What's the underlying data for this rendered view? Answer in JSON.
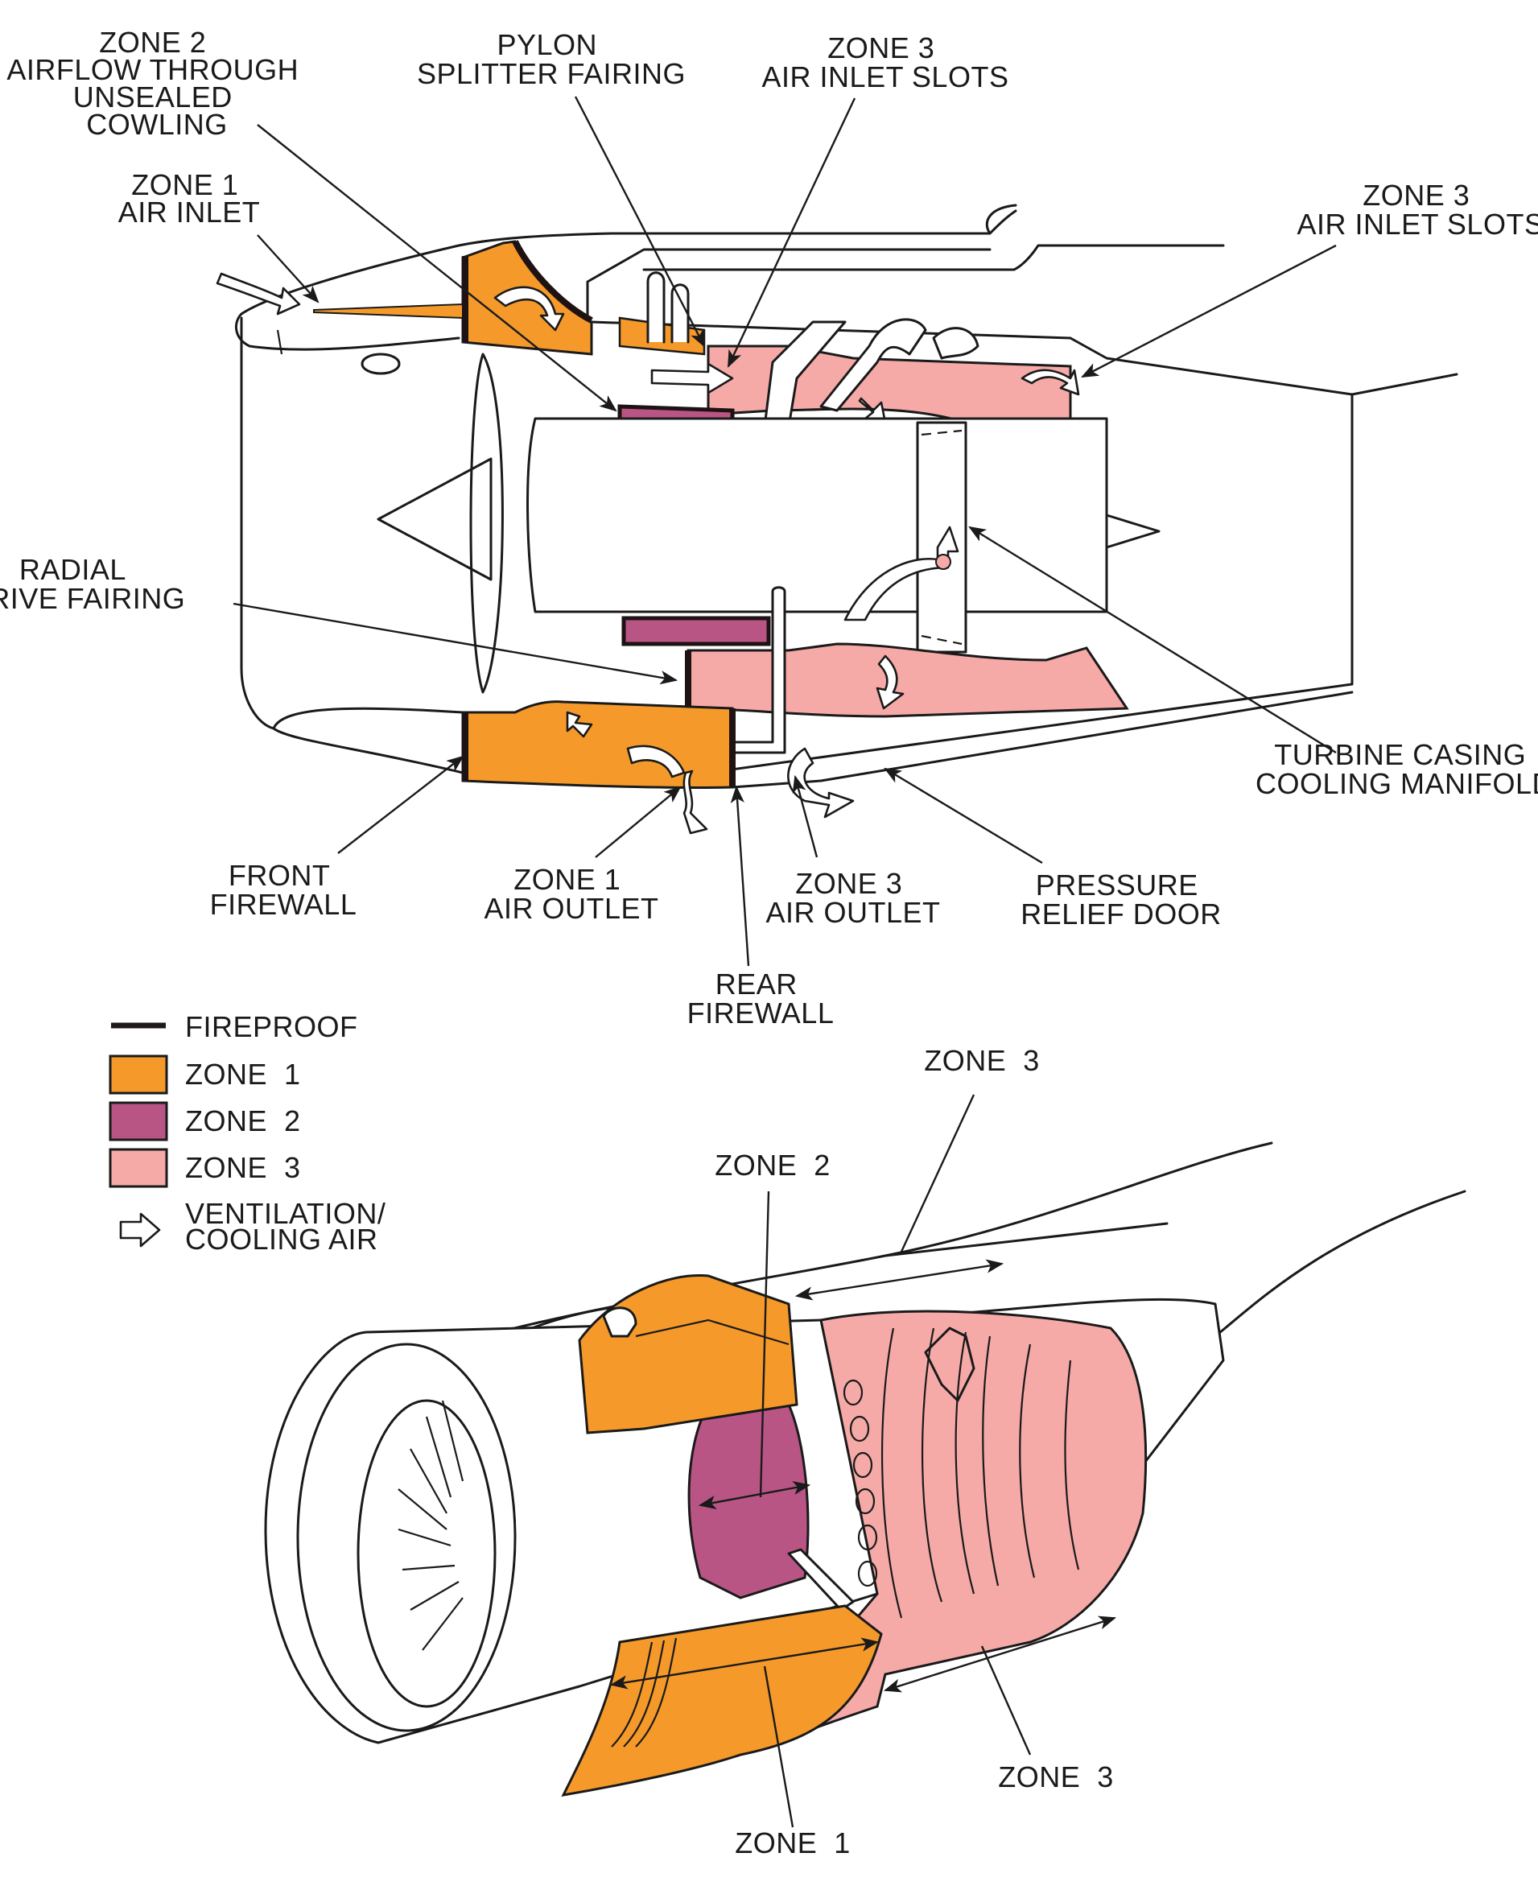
{
  "colors": {
    "zone1": "#f59a2a",
    "zone2": "#b85585",
    "zone3": "#f5aaa8",
    "fireproof": "#1f1a1a",
    "line": "#1a1a1a"
  },
  "top_view": {
    "labels": {
      "zone2_airflow": [
        "ZONE 2",
        "AIRFLOW THROUGH",
        "UNSEALED",
        "COWLING"
      ],
      "pylon_splitter": [
        "PYLON",
        "SPLITTER FAIRING"
      ],
      "zone3_inlet_slots_a": [
        "ZONE 3",
        "AIR INLET SLOTS"
      ],
      "zone3_inlet_slots_b": [
        "ZONE 3",
        "AIR INLET SLOTS"
      ],
      "zone1_air_inlet": [
        "ZONE 1",
        "AIR INLET"
      ],
      "radial_drive": [
        "RADIAL",
        "DRIVE FAIRING"
      ],
      "turbine_casing": [
        "TURBINE CASING",
        "COOLING MANIFOLD"
      ],
      "front_firewall": [
        "FRONT",
        "FIREWALL"
      ],
      "zone1_air_outlet": [
        "ZONE 1",
        "AIR OUTLET"
      ],
      "zone3_air_outlet": [
        "ZONE 3",
        "AIR OUTLET"
      ],
      "pressure_relief": [
        "PRESSURE",
        "RELIEF DOOR"
      ],
      "rear_firewall": [
        "REAR",
        "FIREWALL"
      ]
    }
  },
  "legend": {
    "items": [
      {
        "key": "fireproof",
        "label": "FIREPROOF",
        "symbol": "line"
      },
      {
        "key": "zone1",
        "label": "ZONE  1",
        "symbol": "swatch"
      },
      {
        "key": "zone2",
        "label": "ZONE  2",
        "symbol": "swatch"
      },
      {
        "key": "zone3",
        "label": "ZONE  3",
        "symbol": "swatch"
      },
      {
        "key": "ventilation",
        "label": [
          "VENTILATION/",
          "COOLING AIR"
        ],
        "symbol": "arrow-outline"
      }
    ]
  },
  "perspective_view": {
    "labels": {
      "zone3_top": "ZONE  3",
      "zone2": "ZONE  2",
      "zone3_bottom": "ZONE  3",
      "zone1": "ZONE  1"
    }
  }
}
